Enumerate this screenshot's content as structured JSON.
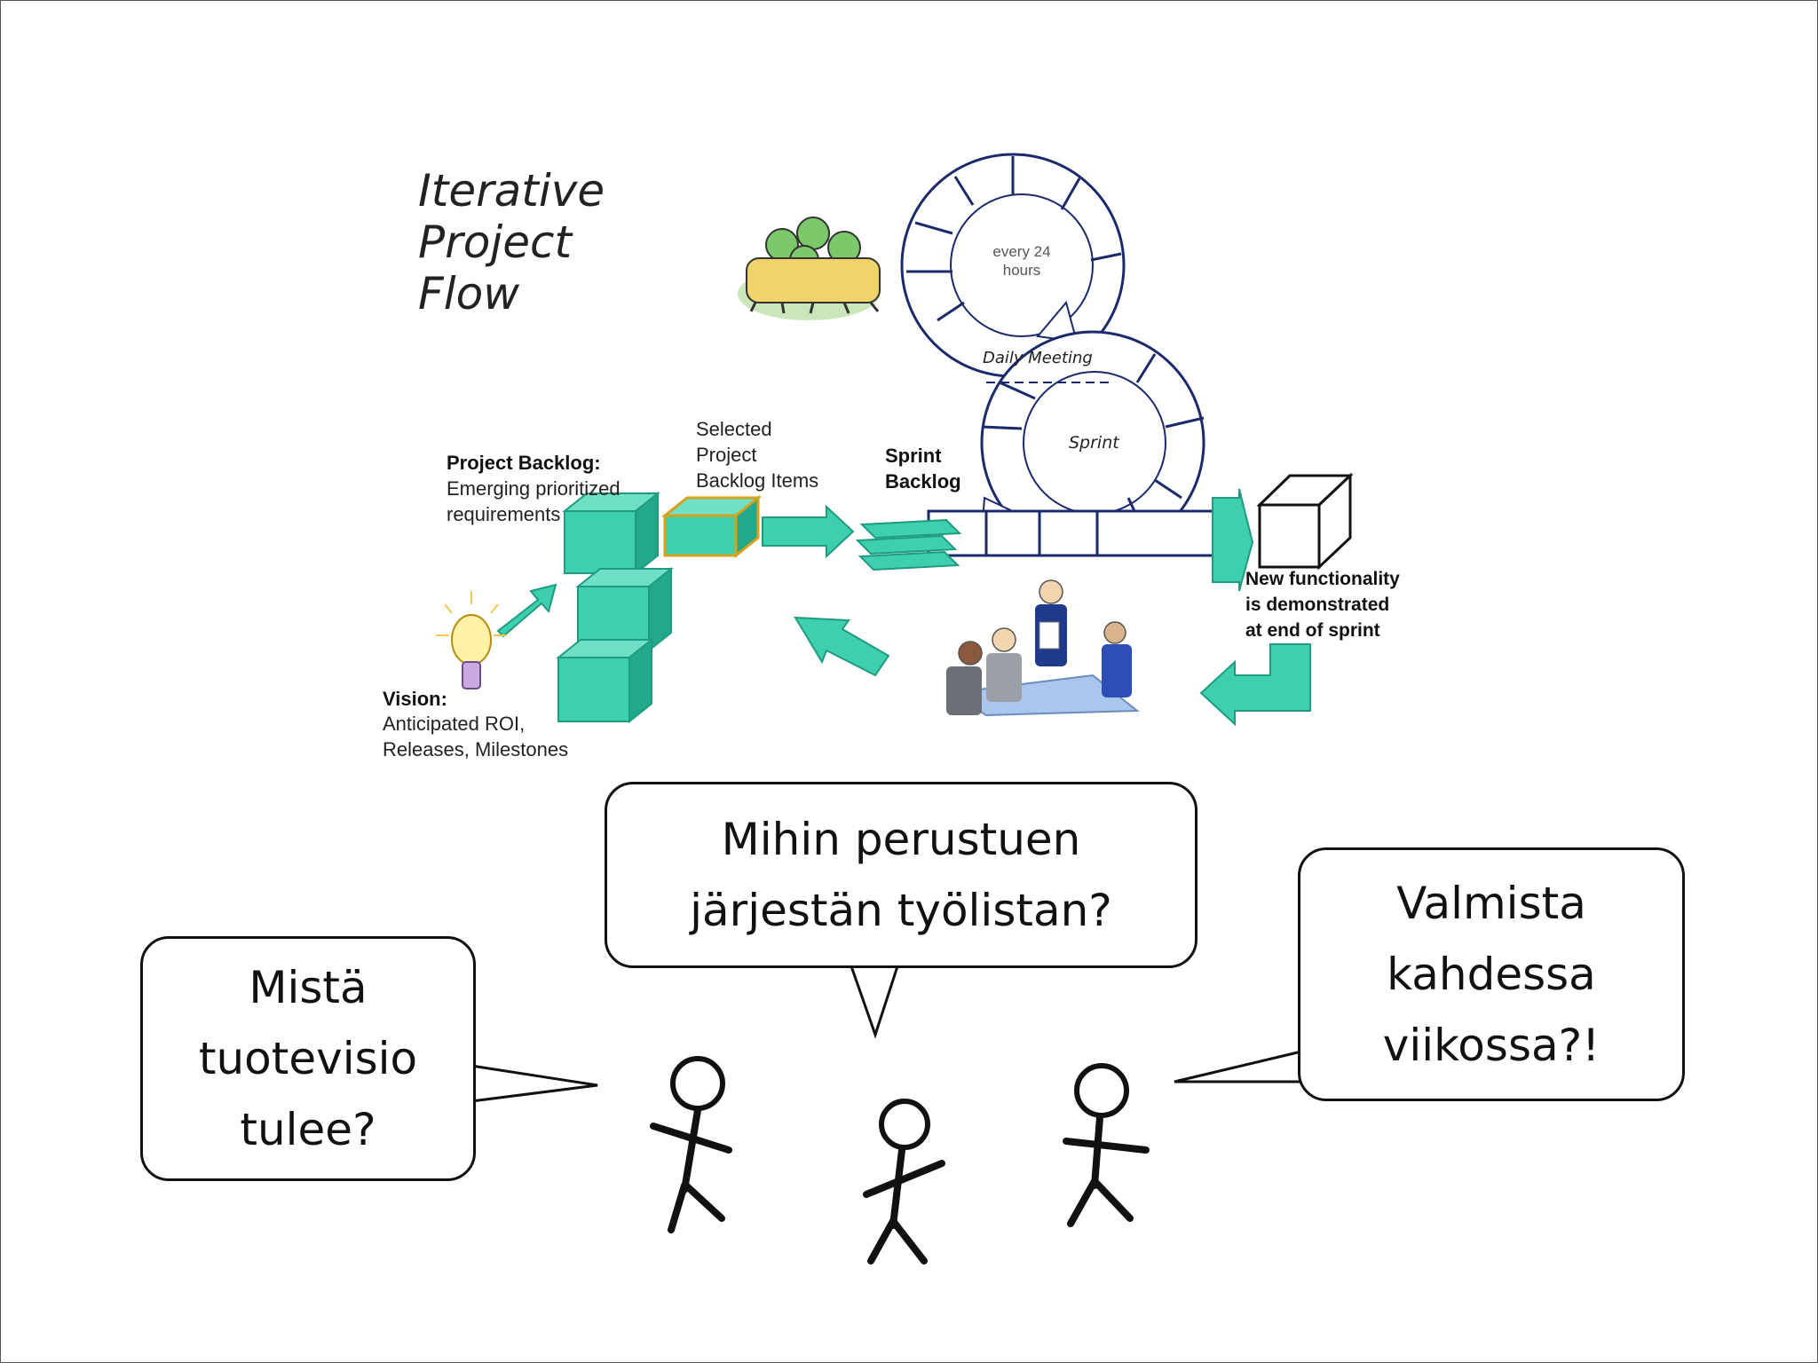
{
  "diagram": {
    "title": "Iterative\nProject\nFlow",
    "labels": {
      "project_backlog_title": "Project Backlog:",
      "project_backlog_desc": "Emerging prioritized\nrequirements",
      "selected_items": "Selected\nProject\nBacklog Items",
      "sprint_backlog": "Sprint\nBacklog",
      "every_24_hours": "every 24\nhours",
      "daily_meeting": "Daily Meeting",
      "sprint": "Sprint",
      "new_functionality": "New functionality\nis demonstrated\nat end of sprint",
      "vision_title": "Vision:",
      "vision_desc": "Anticipated ROI,\nReleases, Milestones"
    },
    "colors": {
      "teal": "#3dcfae",
      "teal_dark": "#1f9c80",
      "navy": "#1b2a6b",
      "orange": "#d6a21a"
    }
  },
  "bubbles": {
    "left": "Mistä\ntuotevisio\ntulee?",
    "middle": "Mihin perustuen\njärjestän työlistan?",
    "right": "Valmista\nkahdessa\nviikossa?!"
  }
}
